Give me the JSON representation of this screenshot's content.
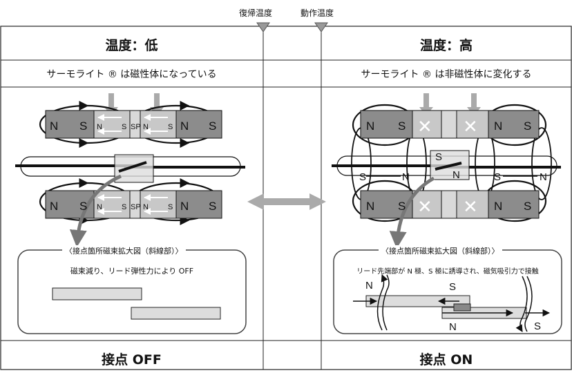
{
  "temps": {
    "reset": "復帰温度",
    "operate": "動作温度"
  },
  "left": {
    "title": "温度：低",
    "desc": "サーモライト ® は磁性体になっている",
    "detail_title": "〈接点箇所磁束拡大図（斜線部）〉",
    "detail_desc": "磁束減り、リード弾性力により OFF",
    "result": "接点 OFF"
  },
  "right": {
    "title": "温度：高",
    "desc": "サーモライト ® は非磁性体に変化する",
    "detail_title": "〈接点箇所磁束拡大図（斜線部）〉",
    "detail_desc": "リード先端部が N 極、S 極に誘導され、磁気吸引力で接触",
    "result": "接点 ON"
  },
  "labels": {
    "N": "N",
    "S": "S",
    "SP": "SP",
    "x": "✕"
  },
  "colors": {
    "magnet": "#8c8c8c",
    "thermo": "#c8c8c8",
    "spacer": "#d9d9d9",
    "arrow": "#a6a6a6",
    "line": "#111111"
  }
}
